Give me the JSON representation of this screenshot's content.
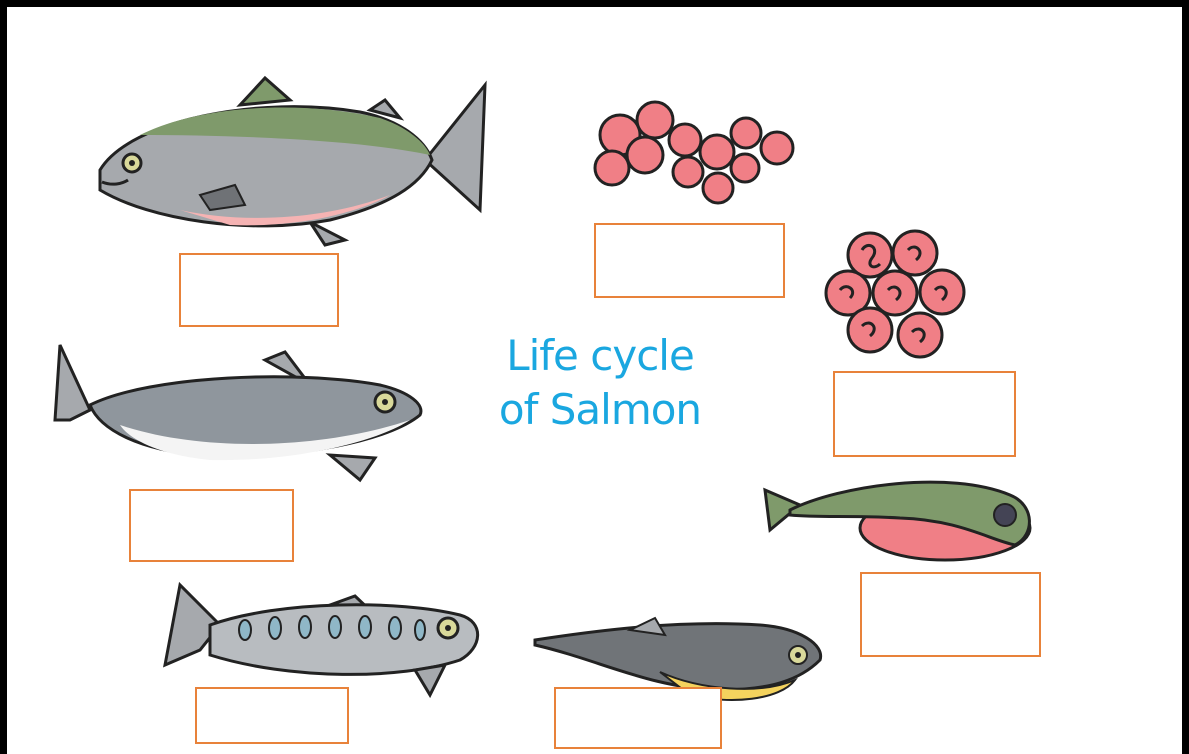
{
  "title": {
    "line1": "Life cycle",
    "line2": "of Salmon"
  },
  "colors": {
    "label_box_border": "#e8823a",
    "title_text": "#1aa7e0",
    "egg": "#f07f86",
    "fish_back_green": "#7f9a6b",
    "fish_body_gray": "#a6a9ad",
    "alevin_yolk": "#f4d35e"
  },
  "stages": [
    {
      "name": "adult-salmon",
      "label": ""
    },
    {
      "name": "eggs",
      "label": ""
    },
    {
      "name": "eyed-eggs",
      "label": ""
    },
    {
      "name": "alevin",
      "label": ""
    },
    {
      "name": "fry",
      "label": ""
    },
    {
      "name": "parr",
      "label": ""
    },
    {
      "name": "smolt",
      "label": ""
    }
  ]
}
